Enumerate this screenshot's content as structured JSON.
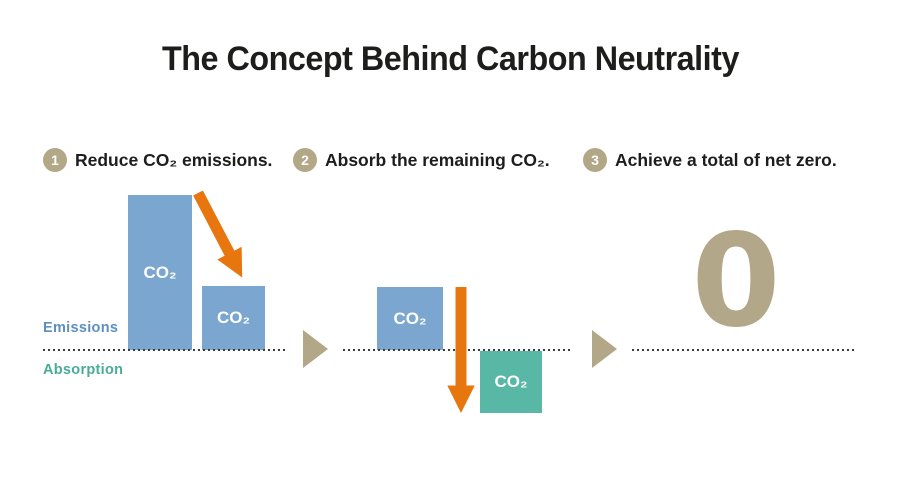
{
  "title": "The Concept Behind Carbon Neutrality",
  "steps": [
    {
      "number": "1",
      "label": "Reduce CO₂ emissions."
    },
    {
      "number": "2",
      "label": "Absorb the remaining CO₂."
    },
    {
      "number": "3",
      "label": "Achieve a total of net zero."
    }
  ],
  "axis_labels": {
    "emissions": "Emissions",
    "absorption": "Absorption"
  },
  "co2_label": "CO₂",
  "net_zero_value": "0",
  "colors": {
    "emission_bar_blue": "#7aa6cf",
    "absorption_bar_teal": "#58b7a5",
    "arrow_orange": "#e8760f",
    "accent_tan": "#b2a787",
    "emissions_text_blue": "#5d90bf",
    "absorption_text_teal": "#49ac9a",
    "title_text": "#1d1d1b"
  },
  "diagram": {
    "baseline_meaning": "dotted line separates emissions (above) from absorption (below)",
    "section1": {
      "bars_above_line": 2,
      "arrow": "diagonal-down-right",
      "meaning": "tall CO₂ bar reduced to smaller CO₂ bar"
    },
    "section2": {
      "bars_above_line": 1,
      "bars_below_line": 1,
      "arrow": "vertical-down",
      "meaning": "remaining CO₂ absorbed below the line"
    },
    "section3": {
      "value": "0",
      "meaning": "net zero result"
    }
  }
}
